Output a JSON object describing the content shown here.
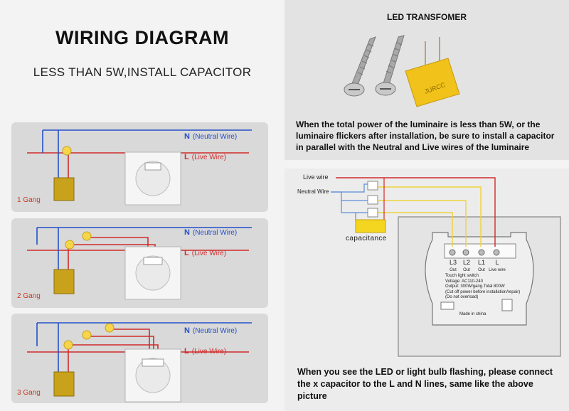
{
  "title": {
    "main": "WIRING DIAGRAM",
    "subtitle": "LESS THAN 5W,INSTALL CAPACITOR"
  },
  "transformer": {
    "heading": "LED TRANSFOMER",
    "capacitor_print": "JURCC",
    "note": "When the total power of the luminaire is less than 5W, or the luminaire flickers after installation, be sure to install a capacitor in parallel with the Neutral and Live wires of the luminaire"
  },
  "gangs": [
    {
      "label": "1 Gang",
      "neutral_letter": "N",
      "neutral_text": "(Neutral  Wire)",
      "live_letter": "L",
      "live_text": "(Live  Wire)"
    },
    {
      "label": "2 Gang",
      "neutral_letter": "N",
      "neutral_text": "(Neutral  Wire)",
      "live_letter": "L",
      "live_text": "(Live  Wire)"
    },
    {
      "label": "3 Gang",
      "neutral_letter": "N",
      "neutral_text": "(Neutral  Wire)",
      "live_letter": "L",
      "live_text": "(Live  Wire)"
    }
  ],
  "capacitor_diagram": {
    "live_wire": "Live wire",
    "neutral_wire": "Neutral Wire",
    "capacitance": "capacitance",
    "terminals": [
      {
        "name": "L3",
        "sub": "Out"
      },
      {
        "name": "L2",
        "sub": "Out"
      },
      {
        "name": "L1",
        "sub": "Out"
      },
      {
        "name": "L",
        "sub": "Live wire"
      }
    ],
    "switch_label": "Touch light switch",
    "voltage": "Voltage: AC110-240",
    "output": "Output: 300W/gang.Total 800W",
    "cutoff": "(Cut off power before installation/repair)",
    "overload": "(Do not overload)",
    "made_in": "Made in china",
    "bottom_note": "When you see the LED or light bulb flashing, please connect the x capacitor to the L and N lines, same like the above picture"
  },
  "colors": {
    "neutral": "#2450c7",
    "live": "#d12b2b",
    "capacitor": "#f4d51f"
  }
}
